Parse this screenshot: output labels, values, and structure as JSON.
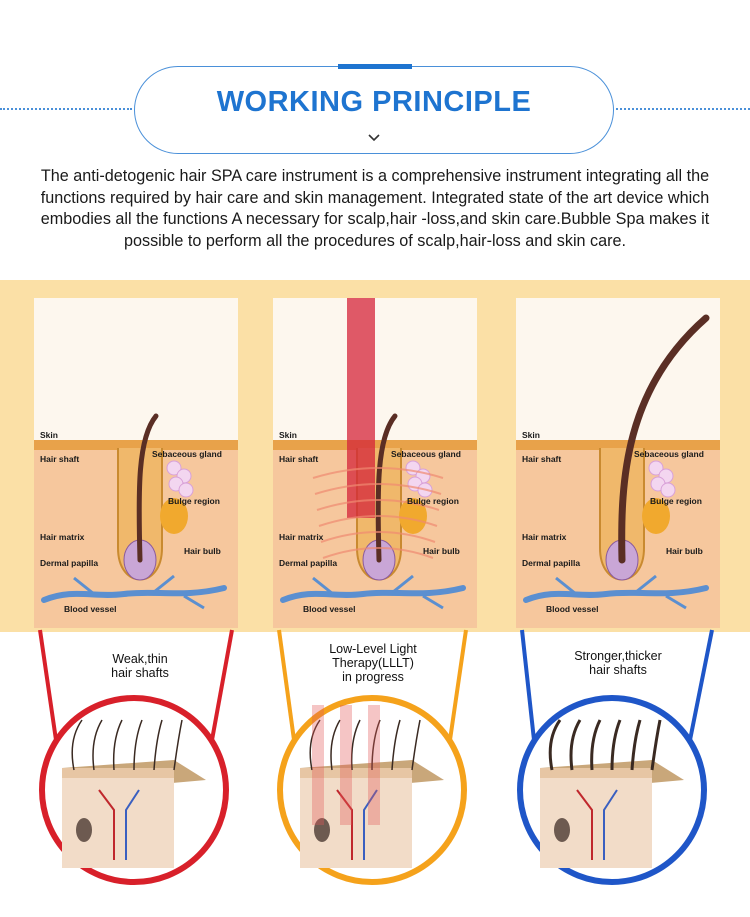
{
  "header": {
    "title": "WORKING PRINCIPLE",
    "intro": "The anti-detogenic hair SPA care instrument is a comprehensive instrument integrating all the functions required by hair care and skin management. Integrated state of the art device which embodies all the functions A necessary for scalp,hair -loss,and skin care.Bubble Spa makes it possible to perform all the procedures of scalp,hair-loss and skin care."
  },
  "diagram_labels": {
    "skin": "Skin",
    "hair_shaft": "Hair shaft",
    "sebaceous_gland": "Sebaceous gland",
    "bulge_region": "Bulge region",
    "hair_matrix": "Hair matrix",
    "hair_bulb": "Hair bulb",
    "dermal_papilla": "Dermal papilla",
    "blood_vessel": "Blood vessel"
  },
  "panels": [
    {
      "caption_line1": "Weak,thin",
      "caption_line2": "hair shafts",
      "caption_line3": "",
      "color": "#d8202a"
    },
    {
      "caption_line1": "Low-Level Light",
      "caption_line2": "Therapy(LLLT)",
      "caption_line3": "in progress",
      "color": "#f5a21b"
    },
    {
      "caption_line1": "Stronger,thicker",
      "caption_line2": "hair shafts",
      "caption_line3": "",
      "color": "#1f56c8"
    }
  ],
  "colors": {
    "accent": "#1e74d0",
    "band": "#fbe0a6",
    "red": "#d8202a",
    "orange": "#f5a21b",
    "blue": "#1f56c8"
  }
}
